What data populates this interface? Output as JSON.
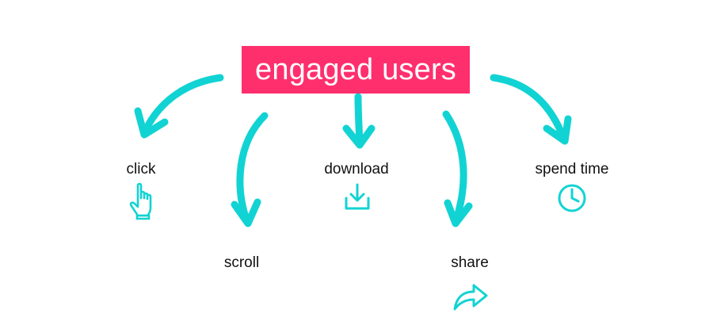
{
  "title": "engaged users",
  "colors": {
    "accent": "#ff2f6e",
    "arrow": "#12d3d3",
    "text": "#111111",
    "background": "#ffffff"
  },
  "items": [
    {
      "label": "click",
      "icon": "hand-pointer-icon"
    },
    {
      "label": "scroll",
      "icon": ""
    },
    {
      "label": "download",
      "icon": "download-icon"
    },
    {
      "label": "share",
      "icon": "share-arrow-icon"
    },
    {
      "label": "spend time",
      "icon": "clock-icon"
    }
  ]
}
